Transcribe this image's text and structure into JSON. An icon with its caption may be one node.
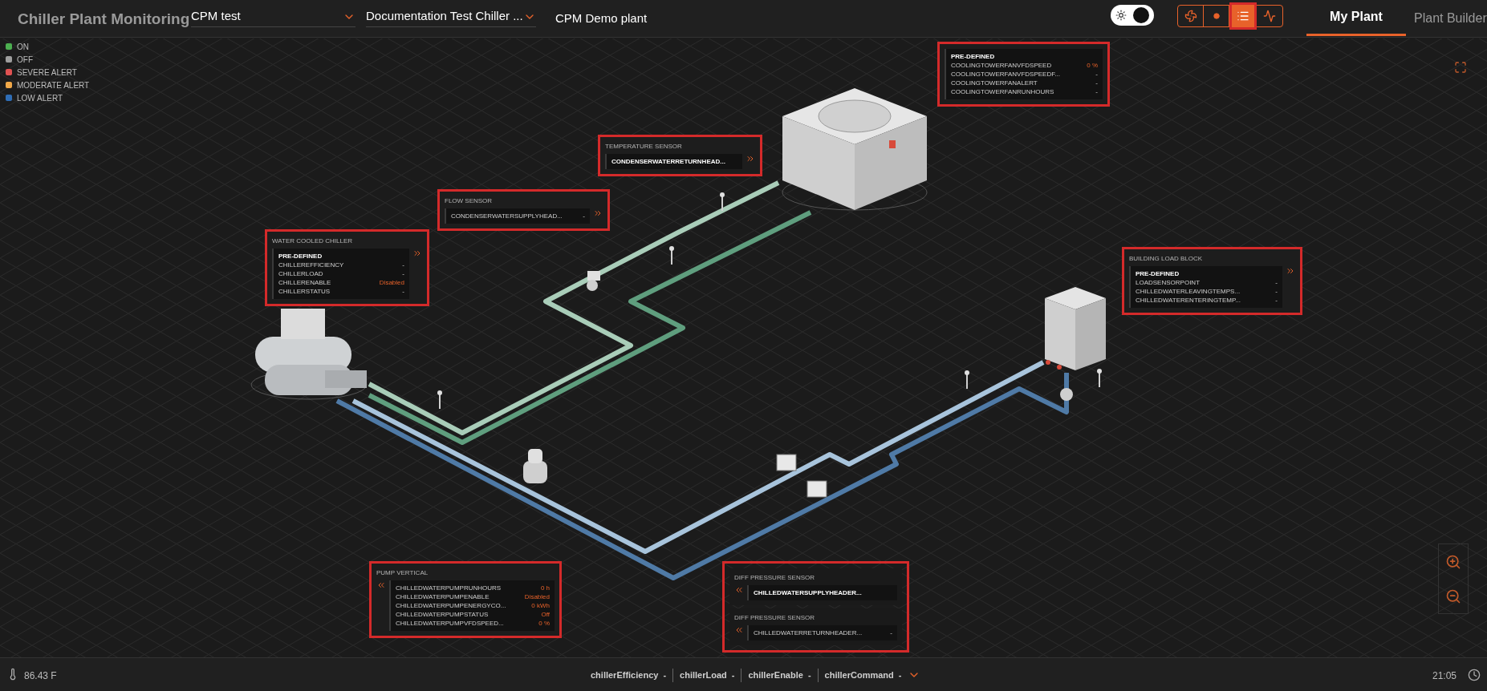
{
  "diagram": {
    "title": "Chiller Plant Monitoring",
    "nodes": [
      {
        "text": [
          "PRE-DEFINED",
          "COOLINGTOWERFANVFDSPEED",
          "0 %",
          "COOLINGTOWERFANVFDSPEEDF...",
          "-",
          "COOLINGTOWERFANALERT",
          "-",
          "COOLINGTOWERFANRUNHOURS",
          "-"
        ]
      },
      {
        "text": [
          "TEMPERATURE SENSOR",
          "CONDENSERWATERRETURNHEAD..."
        ]
      },
      {
        "text": [
          "FLOW SENSOR",
          "CONDENSERWATERSUPPLYHEAD...",
          "-"
        ]
      },
      {
        "text": [
          "WATER COOLED CHILLER",
          "PRE-DEFINED",
          "CHILLEREFFICIENCY",
          "-",
          "CHILLERLOAD",
          "-",
          "CHILLERENABLE",
          "Disabled",
          "CHILLERSTATUS",
          "-"
        ]
      },
      {
        "text": [
          "BUILDING LOAD BLOCK",
          "PRE-DEFINED",
          "LOADSENSORPOINT",
          "-",
          "CHILLEDWATERLEAVINGTEMPS...",
          "-",
          "CHILLEDWATERENTERINGTEMP...",
          "-"
        ]
      },
      {
        "text": [
          "PUMP VERTICAL",
          "CHILLEDWATERPUMPRUNHOURS",
          "0 h",
          "CHILLEDWATERPUMPENABLE",
          "Disabled",
          "CHILLEDWATERPUMPENERGYCO...",
          "0 kWh",
          "CHILLEDWATERPUMPSTATUS",
          "Off",
          "CHILLEDWATERPUMPVFDSPEED...",
          "0 %"
        ]
      },
      {
        "text": [],
        "shape": "box"
      },
      {
        "text": [
          "DIFF PRESSURE SENSOR",
          "CHILLEDWATERSUPPLYHEADER..."
        ],
        "in": 6
      },
      {
        "text": [
          "DIFF PRESSURE SENSOR",
          "CHILLEDWATERRETURNHEADER...",
          "-"
        ],
        "in": 6
      },
      {
        "text": [],
        "shape": "picture"
      },
      {
        "text": [],
        "shape": "picture"
      },
      {
        "text": [],
        "shape": "picture"
      }
    ],
    "edges": [
      {
        "from": 10,
        "to": 9,
        "arrow": "none",
        "color": "#a9cdb9"
      },
      {
        "from": 10,
        "to": 9,
        "arrow": "none",
        "color": "#5f9e7e"
      },
      {
        "from": 10,
        "to": 11,
        "arrow": "none",
        "color": "#a8c4dc"
      },
      {
        "from": 10,
        "to": 11,
        "arrow": "none",
        "color": "#4f7aa6"
      }
    ],
    "labels": [
      "CPM test",
      "Documentation Test Chiller ...",
      "CPM Demo plant",
      "My Plant",
      "Plant Builder",
      "86.43 F",
      "chillerEfficiency",
      "-",
      "chillerLoad",
      "-",
      "chillerEnable",
      "-",
      "chillerCommand",
      "-",
      "21:05"
    ],
    "legend": [
      {
        "text": "ON",
        "color": "#4caf50"
      },
      {
        "text": "OFF",
        "color": "#9e9e9e"
      },
      {
        "text": "SEVERE ALERT",
        "color": "#e05252"
      },
      {
        "text": "MODERATE ALERT",
        "color": "#f0a848"
      },
      {
        "text": "LOW ALERT",
        "color": "#2f6db5"
      }
    ]
  }
}
